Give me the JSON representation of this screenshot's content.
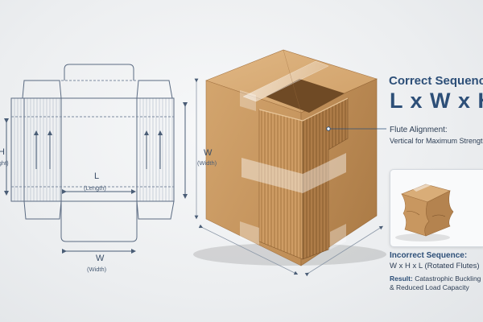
{
  "dieline": {
    "length_letter": "L",
    "length_word": "(Length)",
    "width_letter": "W",
    "width_word": "(Width)",
    "side_width_letter": "W",
    "side_width_word": "(Width)",
    "height_letter": "H",
    "height_word": "(Height)"
  },
  "right_panel": {
    "heading": "Correct Sequence:",
    "formula": "L x W x H",
    "flute_title": "Flute Alignment:",
    "flute_desc": "Vertical for Maximum Strength",
    "incorrect_title": "Incorrect Sequence:",
    "incorrect_formula": "W x H x L (Rotated Flutes)",
    "result_label": "Result:",
    "result_text_1": "Catastrophic Buckling",
    "result_text_2": "& Reduced Load Capacity"
  },
  "colors": {
    "cardboard_front": "#c99a64",
    "cardboard_side": "#b78652",
    "cardboard_top": "#d8ad78",
    "dieline_stroke": "#5b6b82",
    "heading": "#2d4f78"
  }
}
